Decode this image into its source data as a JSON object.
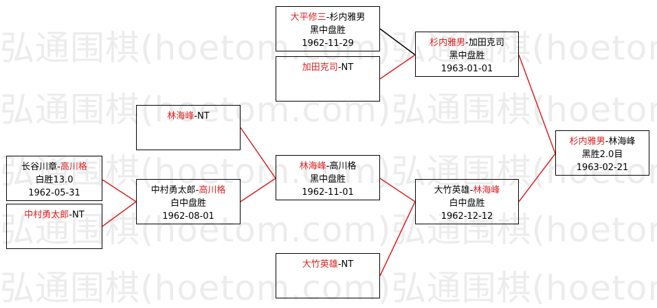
{
  "watermark": "弘通围棋(hoetom.com)弘通围棋(hoetom.com)弘通围棋(hoetom.com)",
  "colors": {
    "winner": "#e01e1e",
    "border": "#000000",
    "line_win": "#e01e1e",
    "line_lose": "#000000"
  },
  "games": {
    "g1": {
      "p1": "大平修三",
      "sep": "-",
      "p2": "杉内雅男",
      "red": "p1",
      "result": "黑中盘胜",
      "date": "1962-11-29"
    },
    "g2": {
      "p1": "加田克司",
      "sep": "-",
      "p2": "NT",
      "red": "p1",
      "result": "",
      "date": ""
    },
    "g3": {
      "p1": "杉内雅男",
      "sep": "-",
      "p2": "加田克司",
      "red": "p1",
      "result": "黑中盘胜",
      "date": "1963-01-01"
    },
    "g4": {
      "p1": "林海峰",
      "sep": "-",
      "p2": "NT",
      "red": "p1",
      "result": "",
      "date": ""
    },
    "g5": {
      "p1": "长谷川章",
      "sep": "-",
      "p2": "高川格",
      "red": "p2",
      "result": "白胜13.0",
      "date": "1962-05-31"
    },
    "g6": {
      "p1": "中村勇太郎",
      "sep": "-",
      "p2": "NT",
      "red": "p1",
      "result": "",
      "date": ""
    },
    "g7": {
      "p1": "中村勇太郎",
      "sep": "-",
      "p2": "高川格",
      "red": "p2",
      "result": "白中盘胜",
      "date": "1962-08-01"
    },
    "g8": {
      "p1": "林海峰",
      "sep": "-",
      "p2": "高川格",
      "red": "p1",
      "result": "黑中盘胜",
      "date": "1962-11-01"
    },
    "g9": {
      "p1": "大竹英雄",
      "sep": "-",
      "p2": "NT",
      "red": "p1",
      "result": "",
      "date": ""
    },
    "g10": {
      "p1": "大竹英雄",
      "sep": "-",
      "p2": "林海峰",
      "red": "p2",
      "result": "白中盘胜",
      "date": "1962-12-12"
    },
    "g11": {
      "p1": "杉内雅男",
      "sep": "-",
      "p2": "林海峰",
      "red": "p1",
      "result": "黑胜2.0目",
      "date": "1963-02-21"
    }
  }
}
